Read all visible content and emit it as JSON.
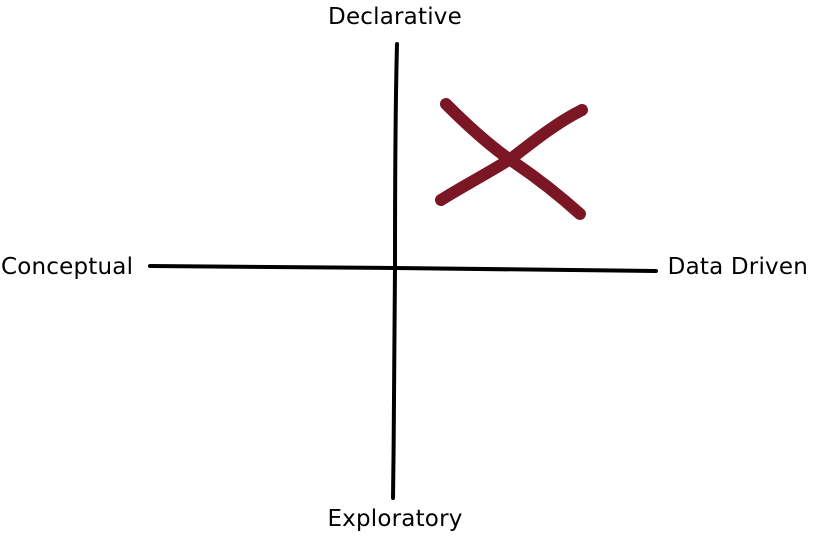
{
  "axes": {
    "top_label": "Declarative",
    "bottom_label": "Exploratory",
    "left_label": "Conceptual",
    "right_label": "Data Driven"
  },
  "marker": {
    "quadrant": "top-right",
    "symbol": "x-mark",
    "color": "#7b1724"
  },
  "colors": {
    "axis": "#000000",
    "background": "#ffffff"
  }
}
